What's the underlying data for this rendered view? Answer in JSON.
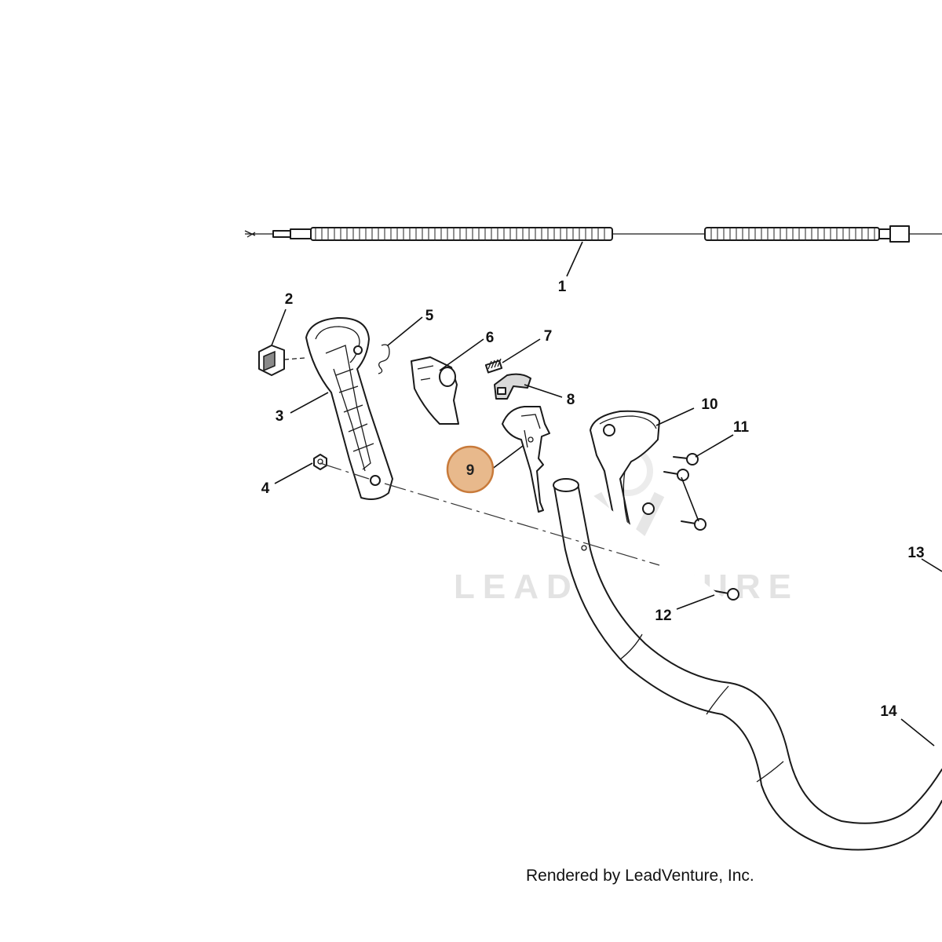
{
  "diagram": {
    "callouts": [
      {
        "id": "1",
        "label": "1"
      },
      {
        "id": "2",
        "label": "2"
      },
      {
        "id": "3",
        "label": "3"
      },
      {
        "id": "4",
        "label": "4"
      },
      {
        "id": "5",
        "label": "5"
      },
      {
        "id": "6",
        "label": "6"
      },
      {
        "id": "7",
        "label": "7"
      },
      {
        "id": "8",
        "label": "8"
      },
      {
        "id": "9",
        "label": "9",
        "highlighted": true
      },
      {
        "id": "10",
        "label": "10"
      },
      {
        "id": "11",
        "label": "11"
      },
      {
        "id": "12",
        "label": "12"
      },
      {
        "id": "13",
        "label": "13"
      },
      {
        "id": "14",
        "label": "14"
      }
    ],
    "highlight_color": "#e8b98c",
    "highlight_border": "#c87a3a",
    "watermark": "LEADVENTURE",
    "credit": "Rendered by LeadVenture, Inc."
  }
}
